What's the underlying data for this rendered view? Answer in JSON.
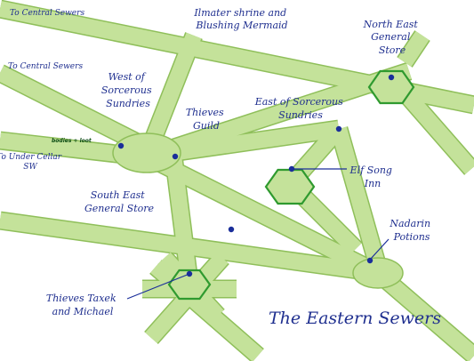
{
  "map": {
    "title": "The Eastern Sewers",
    "tunnel_color": "#c4e29a",
    "tunnel_edge_color": "#8fbf5a",
    "room_outline_color": "#2f9a2f",
    "marker_color": "#1a2e9a",
    "label_color": "#1f2f8f",
    "exits": {
      "central_top": "To Central Sewers",
      "central_mid": "To Central Sewers",
      "under_cellar": [
        "To Under Cellar",
        "SW"
      ]
    },
    "locations": {
      "ilmater": [
        "Ilmater shrine and",
        "Blushing Mermaid"
      ],
      "ne_store": [
        "North East",
        "General",
        "Store"
      ],
      "west_sorcerous": [
        "West of",
        "Sorcerous",
        "Sundries"
      ],
      "east_sorcerous": [
        "East of Sorcerous",
        "Sundries"
      ],
      "thieves_guild": [
        "Thieves",
        "Guild"
      ],
      "elf_song": [
        "Elf Song",
        "Inn"
      ],
      "se_store": [
        "South East",
        "General Store"
      ],
      "nadarin": [
        "Nadarin",
        "Potions"
      ],
      "taxek": [
        "Thieves Taxek",
        "and Michael"
      ],
      "bodies": "bodies + loot"
    }
  }
}
